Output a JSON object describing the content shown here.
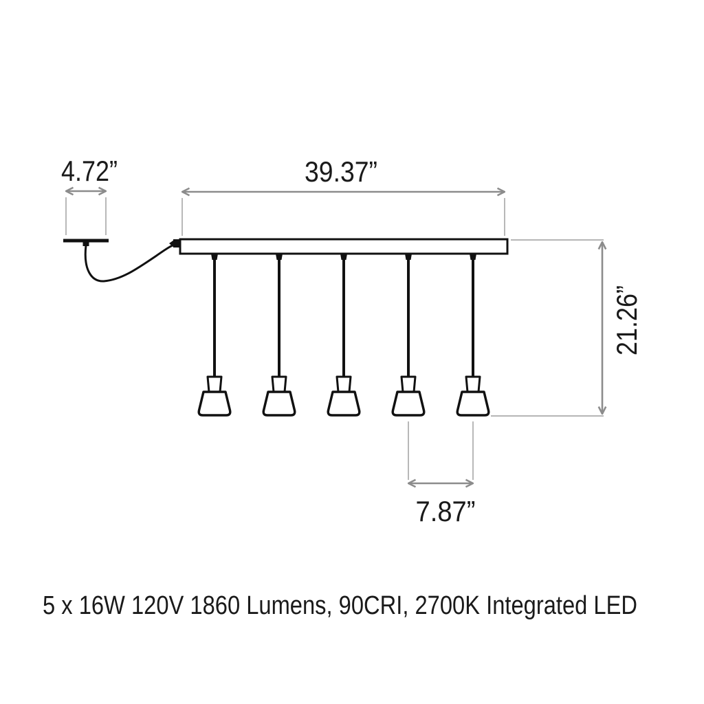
{
  "diagram": {
    "dimensions": {
      "canopy_width": "4.72”",
      "bar_length": "39.37”",
      "overall_height": "21.26”",
      "pendant_spacing": "7.87”"
    },
    "pendant_count": 5
  },
  "spec": {
    "line": "5 x 16W 120V 1860 Lumens, 90CRI, 2700K Integrated LED"
  },
  "colors": {
    "outline": "#111111",
    "dimension_line": "#8c8c8c",
    "extension_line": "#b5b5b5",
    "text": "#1a1a1a",
    "background": "#ffffff"
  }
}
